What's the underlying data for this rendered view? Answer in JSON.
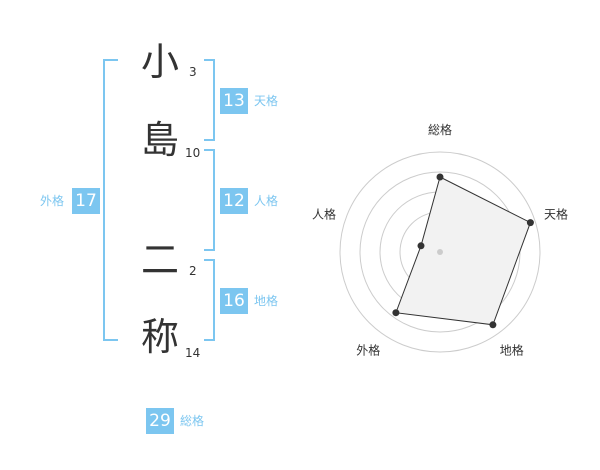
{
  "name": {
    "chars": [
      {
        "char": "小",
        "strokes": "3"
      },
      {
        "char": "島",
        "strokes": "10"
      },
      {
        "char": "二",
        "strokes": "2"
      },
      {
        "char": "称",
        "strokes": "14"
      }
    ]
  },
  "kakusu": {
    "tenkaku": {
      "value": "13",
      "label": "天格"
    },
    "jinkaku": {
      "value": "12",
      "label": "人格"
    },
    "chikaku": {
      "value": "16",
      "label": "地格"
    },
    "gaikaku": {
      "value": "17",
      "label": "外格"
    },
    "soukaku": {
      "value": "29",
      "label": "総格"
    }
  },
  "colors": {
    "accent": "#7cc6f0",
    "text": "#333333",
    "grid": "#cccccc",
    "fill": "#f2f2f2"
  },
  "chart_data": {
    "type": "radar",
    "axes": [
      "総格",
      "天格",
      "地格",
      "外格",
      "人格"
    ],
    "values": [
      0.75,
      0.95,
      0.9,
      0.75,
      0.2
    ],
    "range": [
      0,
      1
    ],
    "rings": 5
  }
}
